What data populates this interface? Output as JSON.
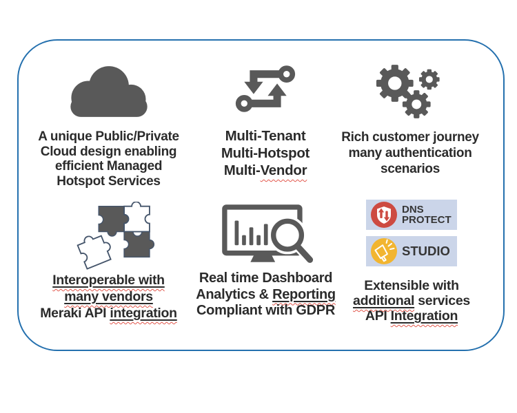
{
  "frame": {
    "border_color": "#2470AE",
    "background": "#FFFFFF"
  },
  "palette": {
    "icon_gray": "#595959",
    "outline_blue": "#44546A",
    "caption_text": "#2B2B2B",
    "squiggle_red": "#E2574C",
    "badge_bg": "#CBD5E9",
    "dns_red": "#CD4A41",
    "studio_yellow": "#F2B530",
    "badge_text": "#363636"
  },
  "features": [
    {
      "icon": "cloud-icon",
      "lines": [
        [
          "A unique Public/Private"
        ],
        [
          "Cloud design enabling"
        ],
        [
          "efficient Managed"
        ],
        [
          "Hotspot Services"
        ]
      ]
    },
    {
      "icon": "process-arrows-icon",
      "lines": [
        [
          "Multi-Tenant"
        ],
        [
          "Multi-Hotspot"
        ],
        [
          "Multi-",
          "Vendor"
        ]
      ]
    },
    {
      "icon": "gears-icon",
      "lines": [
        [
          "Rich customer journey"
        ],
        [
          "many authentication"
        ],
        [
          "scenarios"
        ]
      ]
    },
    {
      "icon": "puzzle-icon",
      "lines": [
        [
          "Interoperable with"
        ],
        [
          "many vendors"
        ],
        [
          "Meraki API ",
          "integration"
        ]
      ]
    },
    {
      "icon": "dashboard-magnifier-icon",
      "lines": [
        [
          "Real time Dashboard"
        ],
        [
          "Analytics & ",
          "Reporting"
        ],
        [
          "Compliant with GDPR"
        ]
      ]
    },
    {
      "icon": "service-badges",
      "lines": [
        [
          "Extensible with"
        ],
        [
          "additional",
          " services"
        ],
        [
          "API ",
          "Integration"
        ]
      ]
    }
  ],
  "badges": {
    "dns": {
      "line1": "DNS",
      "line2": "PROTECT"
    },
    "studio": {
      "label": "STUDIO"
    }
  }
}
